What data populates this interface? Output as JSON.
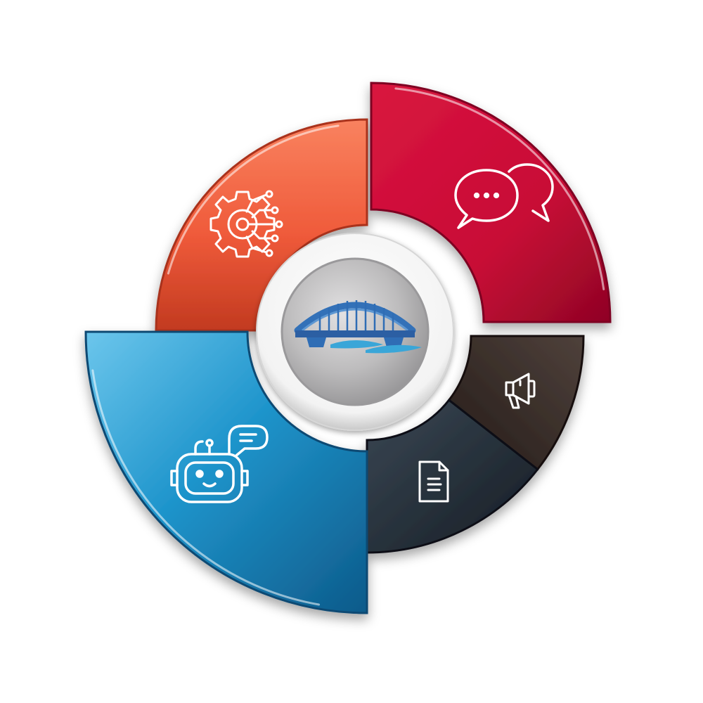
{
  "diagram": {
    "type": "segmented-ring",
    "segments": [
      {
        "id": "process-automation",
        "icon": "gear-circuit-icon",
        "color": "#ef5a3a",
        "color_light": "#f9825f",
        "color_dark": "#c23a20"
      },
      {
        "id": "communication",
        "icon": "chat-bubbles-icon",
        "color": "#cc0b38",
        "color_light": "#e2234d",
        "color_dark": "#8f0524"
      },
      {
        "id": "marketing",
        "icon": "megaphone-icon",
        "color": "#3a2e2a",
        "color_light": "#554641",
        "color_dark": "#1f1816"
      },
      {
        "id": "documents",
        "icon": "document-icon",
        "color": "#27323d",
        "color_light": "#394653",
        "color_dark": "#141b22"
      },
      {
        "id": "ai-assistant",
        "icon": "robot-chat-icon",
        "color": "#1b8cc4",
        "color_light": "#54b7e4",
        "color_dark": "#0f5c8c"
      }
    ],
    "center": {
      "icon": "bridge-logo-icon",
      "ring_color": "#ffffff",
      "disc_color": "#bdbcbd",
      "logo_color": "#2f6db5",
      "water_color": "#3aa6d8"
    }
  }
}
